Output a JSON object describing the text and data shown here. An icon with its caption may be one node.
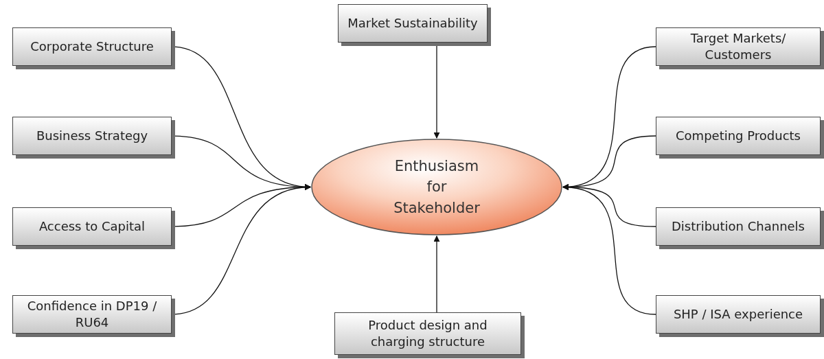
{
  "diagram": {
    "nodes": [
      {
        "text": [
          "Corporate Structure"
        ]
      },
      {
        "text": [
          "Market Sustainability"
        ]
      },
      {
        "text": [
          "Target Markets/ Customers"
        ]
      },
      {
        "text": [
          "Business Strategy"
        ]
      },
      {
        "text": [
          "Competing Products"
        ]
      },
      {
        "text": [
          "Enthusiasm for Stakeholder"
        ]
      },
      {
        "text": [
          "Access to Capital"
        ]
      },
      {
        "text": [
          "Distribution Channels"
        ]
      },
      {
        "text": [
          "Confidence in DP19 / RU64"
        ]
      },
      {
        "text": [
          "Product design and charging structure"
        ]
      },
      {
        "text": [
          "SHP / ISA experience"
        ]
      }
    ],
    "edges": [
      {
        "from": 0,
        "to": 5,
        "arrow": "to"
      },
      {
        "from": 3,
        "to": 5,
        "arrow": "to"
      },
      {
        "from": 6,
        "to": 5,
        "arrow": "to"
      },
      {
        "from": 8,
        "to": 5,
        "arrow": "to"
      },
      {
        "from": 1,
        "to": 5,
        "arrow": "to"
      },
      {
        "from": 9,
        "to": 5,
        "arrow": "to"
      },
      {
        "from": 2,
        "to": 5,
        "arrow": "to"
      },
      {
        "from": 4,
        "to": 5,
        "arrow": "to"
      },
      {
        "from": 7,
        "to": 5,
        "arrow": "to"
      },
      {
        "from": 10,
        "to": 5,
        "arrow": "to"
      }
    ]
  }
}
